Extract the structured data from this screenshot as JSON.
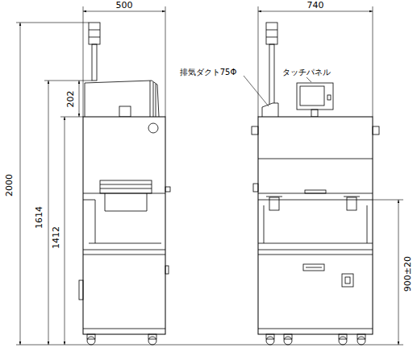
{
  "diagram": {
    "labels": [
      "500",
      "740",
      "排気ダクト75Φ",
      "タッチパネル",
      "202",
      "2000",
      "1614",
      "1412",
      "900±20"
    ]
  }
}
